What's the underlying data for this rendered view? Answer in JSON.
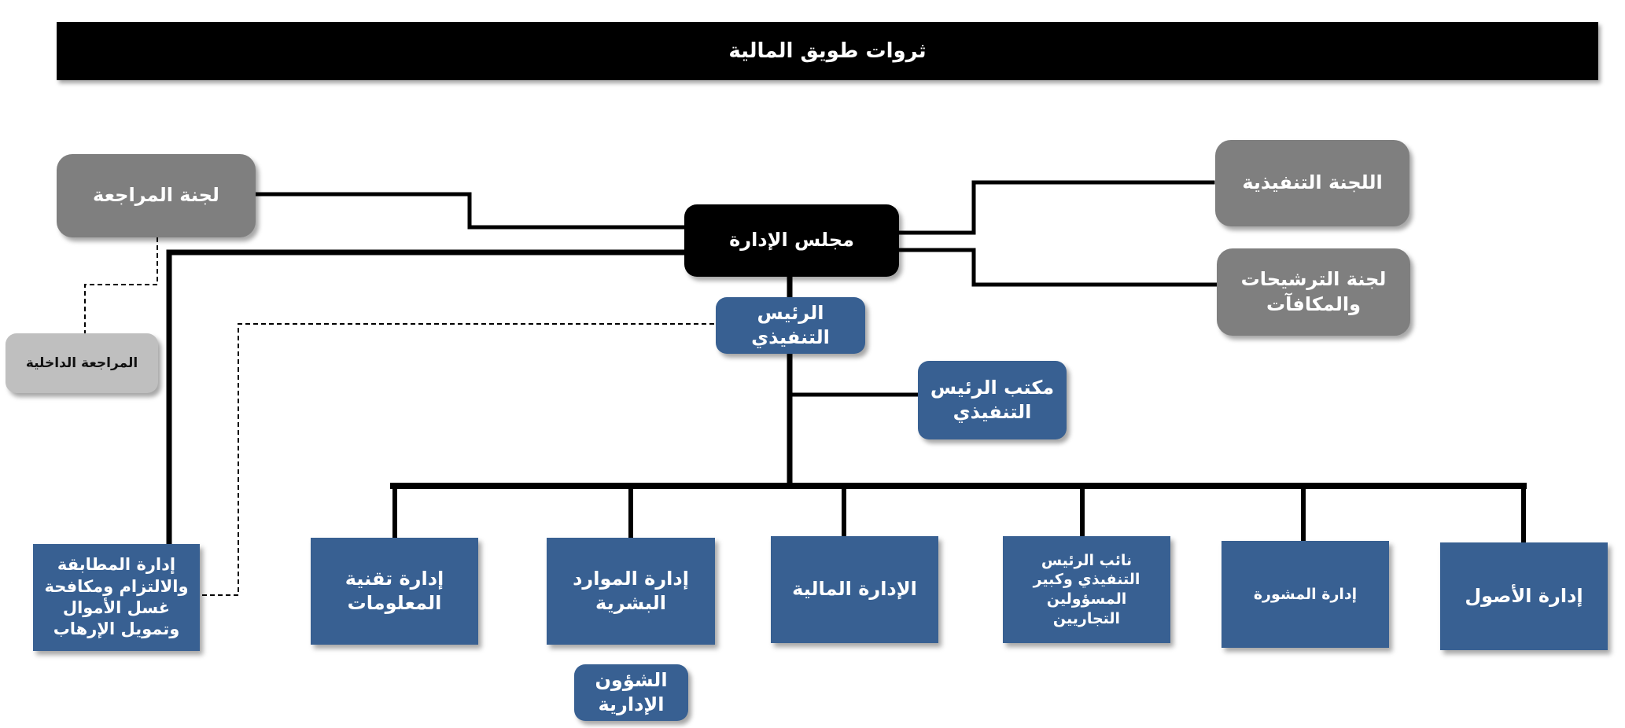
{
  "title": "ثروات طويق المالية",
  "board": "مجلس الإدارة",
  "committees": {
    "audit": "لجنة المراجعة",
    "internal_audit": "المراجعة الداخلية",
    "executive": "اللجنة التنفيذية",
    "nominations": "لجنة الترشيحات والمكافآت"
  },
  "ceo": "الرئيس التنفيذي",
  "ceo_office": "مكتب الرئيس التنفيذي",
  "departments": {
    "compliance": "إدارة المطابقة والالتزام ومكافحة غسل الأموال وتمويل الإرهاب",
    "it": "إدارة تقنية المعلومات",
    "hr": "إدارة الموارد البشرية",
    "admin_affairs": "الشؤون الإدارية",
    "finance": "الإدارة المالية",
    "deputy_ceo": "نائب الرئيس التنفيذي وكبير المسؤولين التجاريين",
    "advisory": "إدارة المشورة",
    "assets": "إدارة الأصول"
  },
  "colors": {
    "title_bg": "#000000",
    "board_bg": "#000000",
    "committee_bg": "#7f7f7f",
    "internal_audit_bg": "#bfbfbf",
    "department_bg": "#386092",
    "connector": "#000000"
  }
}
